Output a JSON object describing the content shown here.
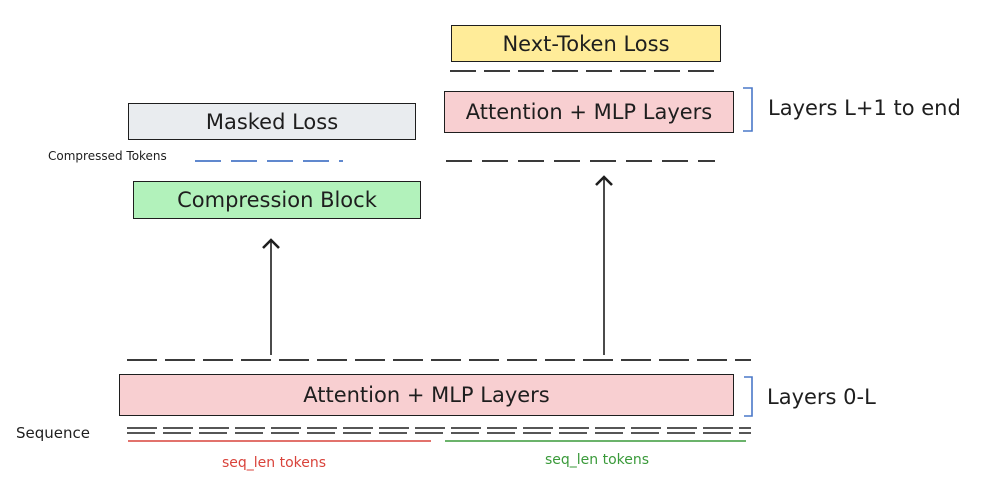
{
  "boxes": {
    "next_token_loss": "Next-Token Loss",
    "attention_mlp_upper": "Attention + MLP Layers",
    "masked_loss": "Masked Loss",
    "compression_block": "Compression Block",
    "attention_mlp_lower": "Attention + MLP Layers"
  },
  "labels": {
    "layers_upper": "Layers L+1 to end",
    "layers_lower": "Layers 0-L",
    "compressed_tokens": "Compressed Tokens",
    "sequence": "Sequence",
    "seq_len_left": "seq_len tokens",
    "seq_len_right": "seq_len tokens"
  },
  "colors": {
    "yellow_box": "#ffec99",
    "red_box": "#f8cfd1",
    "grey_box": "#e9ecef",
    "green_box": "#b2f2bb",
    "bracket_blue": "#4a78c8",
    "compressed_dash_blue": "#4a78c8",
    "seq_left_red": "#d9433b",
    "seq_right_green": "#3a9a3a"
  }
}
